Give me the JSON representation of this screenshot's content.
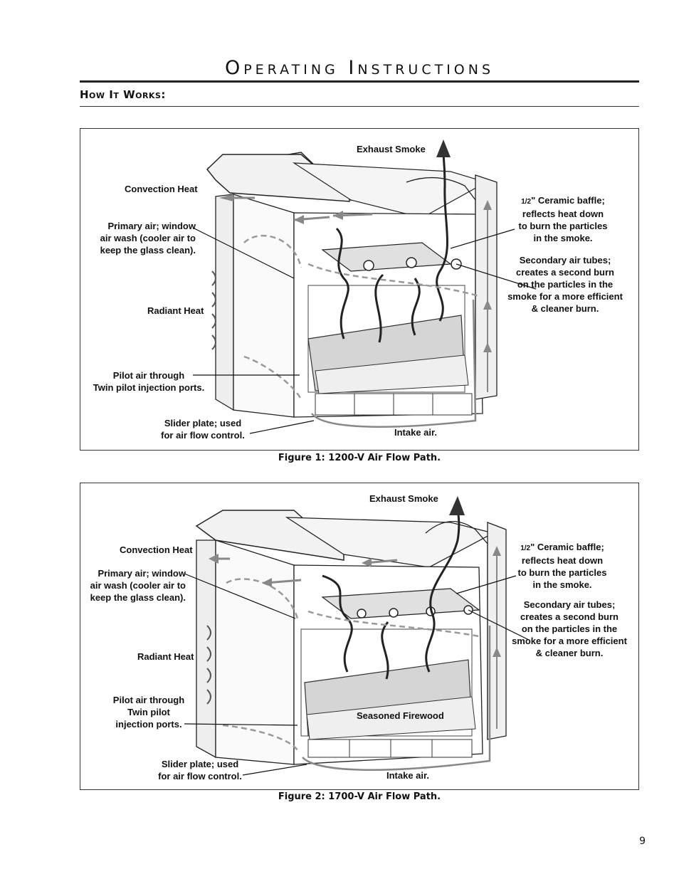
{
  "header": {
    "title": "Operating Instructions",
    "section": "How It Works:"
  },
  "figure1": {
    "caption": "Figure 1: 1200-V Air Flow Path.",
    "labels": {
      "exhaust": "Exhaust Smoke",
      "convection": "Convection Heat",
      "primary_air": [
        "Primary air; window",
        "air wash (cooler air to",
        "keep the glass clean)."
      ],
      "radiant": "Radiant Heat",
      "pilot_air": [
        "Pilot air through",
        "Twin pilot injection ports."
      ],
      "slider": [
        "Slider plate; used",
        "for air flow control."
      ],
      "intake": "Intake air.",
      "baffle_fraction": "1/2",
      "baffle": [
        "\" Ceramic baffle;",
        "reflects heat down",
        "to burn the particles",
        "in the smoke."
      ],
      "secondary": [
        "Secondary air tubes;",
        "creates a second burn",
        "on the particles in the",
        "smoke for a more efficient",
        "& cleaner burn."
      ]
    }
  },
  "figure2": {
    "caption": "Figure 2: 1700-V Air Flow Path.",
    "labels": {
      "exhaust": "Exhaust Smoke",
      "convection": "Convection Heat",
      "primary_air": [
        "Primary air; window",
        "air wash (cooler air to",
        "keep the glass clean)."
      ],
      "radiant": "Radiant Heat",
      "pilot_air": [
        "Pilot air through",
        "Twin pilot",
        "injection ports."
      ],
      "firewood": "Seasoned Firewood",
      "slider": [
        "Slider plate; used",
        "for air flow control."
      ],
      "intake": "Intake air.",
      "baffle_fraction": "1/2",
      "baffle": [
        "\" Ceramic baffle;",
        "reflects heat down",
        "to burn the particles",
        "in the smoke."
      ],
      "secondary": [
        "Secondary air tubes;",
        "creates a second burn",
        "on the particles in the",
        "smoke for a more efficient",
        "& cleaner burn."
      ]
    }
  },
  "footer": {
    "page_number": "9"
  }
}
